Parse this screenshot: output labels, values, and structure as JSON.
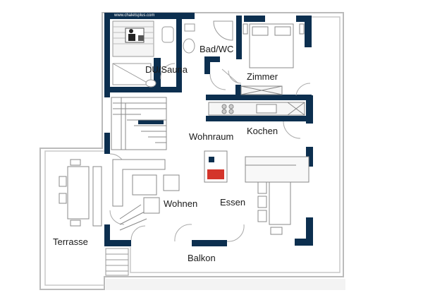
{
  "watermark": "www.chaletsplus.com",
  "rooms": {
    "du_sauna": "DU/Sauna",
    "bad_wc": "Bad/WC",
    "zimmer": "Zimmer",
    "wohnraum": "Wohnraum",
    "kochen": "Kochen",
    "wohnen": "Wohnen",
    "essen": "Essen",
    "terrasse": "Terrasse",
    "balkon": "Balkon"
  },
  "colors": {
    "wall": "#0c2f4f",
    "outline": "#c8c8c8",
    "stove": "#d4352b"
  }
}
